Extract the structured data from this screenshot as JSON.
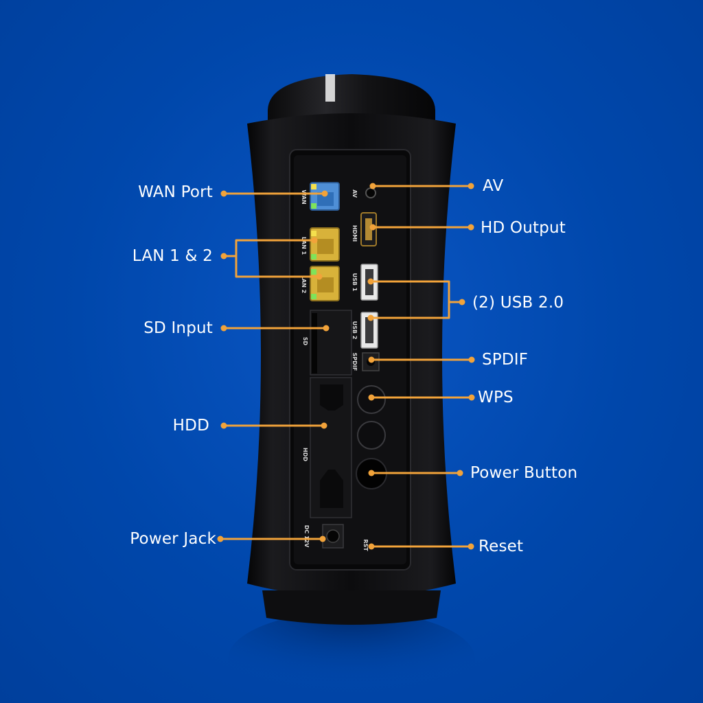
{
  "labels": {
    "wan_port": "WAN Port",
    "lan": "LAN 1 & 2",
    "sd_input": "SD Input",
    "hdd": "HDD",
    "power_jack": "Power Jack",
    "av": "AV",
    "hd_output": "HD Output",
    "usb": "(2) USB 2.0",
    "spdif": "SPDIF",
    "wps": "WPS",
    "power_button": "Power Button",
    "reset": "Reset"
  },
  "device_text": {
    "wan": "WAN",
    "lan1": "LAN 1",
    "lan2": "LAN 2",
    "sd": "SD",
    "hdd": "HDD",
    "dc": "DC 12V",
    "av": "AV",
    "hdmi": "HDMI",
    "usb1": "USB 1",
    "usb2": "USB 2",
    "spdif": "SPDIF",
    "rst": "RST"
  },
  "colors": {
    "background": "#0047AB",
    "callout": "#F2A33A",
    "body": "#0b0b0d",
    "ethernet_wan": "#4f8fd6",
    "ethernet_lan": "#d8b23a",
    "led_yellow": "#f4e04d",
    "led_green": "#7fe35a"
  }
}
